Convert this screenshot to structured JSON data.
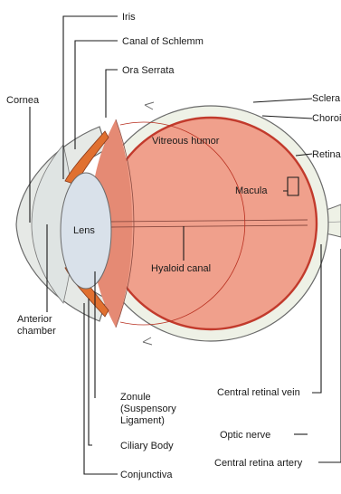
{
  "labels": {
    "iris": "Iris",
    "canal_of_schlemm": "Canal of Schlemm",
    "ora_serrata": "Ora Serrata",
    "cornea": "Cornea",
    "sclera": "Sclera",
    "choroid": "Choroid",
    "retina": "Retina",
    "vitreous_humor": "Vitreous humor",
    "macula": "Macula",
    "lens": "Lens",
    "hyaloid_canal": "Hyaloid canal",
    "anterior_chamber_1": "Anterior",
    "anterior_chamber_2": "chamber",
    "zonule_1": "Zonule",
    "zonule_2": "(Suspensory",
    "zonule_3": "Ligament)",
    "ciliary_body": "Ciliary Body",
    "conjunctiva": "Conjunctiva",
    "central_retinal_vein": "Central retinal vein",
    "optic_nerve": "Optic nerve",
    "central_retina_artery": "Central retina artery"
  },
  "colors": {
    "background": "#ffffff",
    "eye_fill": "#f0a08c",
    "anterior_fill": "#e58a74",
    "sclera_fill": "#eef1e6",
    "choroid": "#c23a2c",
    "lens_fill": "#d9e1ea",
    "cornea_fill": "#e6e9e6",
    "ciliary": "#e07030",
    "leader_line": "#1a1a1a"
  }
}
